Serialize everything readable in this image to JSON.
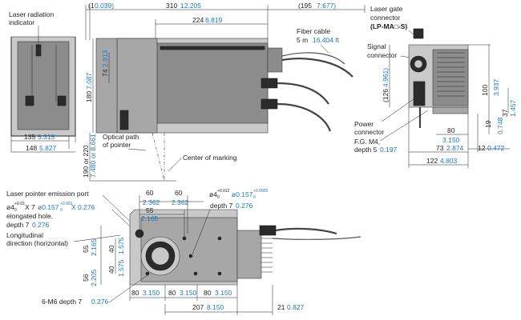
{
  "labels": {
    "laser_radiation_indicator": [
      "Laser radiation",
      "indicator"
    ],
    "optical_path": [
      "Optical path",
      "of pointer"
    ],
    "center_of_marking": "Center of marking",
    "fiber_cable": [
      "Fiber cable",
      "5 m"
    ],
    "fiber_cable_inch": "16.404 ft",
    "laser_gate_connector": [
      "Laser gate",
      "connector"
    ],
    "laser_gate_connector_model": "(LP-MA□-S)",
    "signal_connector": [
      "Signal",
      "connector"
    ],
    "power_connector": [
      "Power",
      "connector"
    ],
    "fg_m4": "F.G. M4,",
    "fg_depth": "depth 5",
    "fg_depth_inch": "0.197",
    "laser_pointer_emission_port": "Laser pointer emission port",
    "elongated_hole_spec": "ø4",
    "elongated_hole_tol": "+0.03",
    "elongated_hole_tol_low": "0",
    "elongated_hole_mid": "X 7",
    "elongated_hole_inch_a": "ø0.157",
    "elongated_hole_inch_tol": "+0.001",
    "elongated_hole_inch_tol_low": "0",
    "elongated_hole_inch_b": "X 0.276",
    "elongated_hole_line2": "elongated hole,",
    "elongated_hole_depth": "depth 7",
    "elongated_hole_depth_inch": "0.276",
    "longitudinal": [
      "Longitudinal",
      "direction (horizontal)"
    ],
    "hole4_spec": "ø4",
    "hole4_tol": "+0.012",
    "hole4_tol_low": "0",
    "hole4_inch": "ø0.157",
    "hole4_inch_tol": "+0.0005",
    "hole4_inch_tol_low": "0",
    "hole4_depth": "depth 7",
    "hole4_depth_inch": "0.276",
    "m6": "6-M6 depth 7",
    "m6_inch": "0.276"
  },
  "dimensions": {
    "top_1": {
      "mm": "(1",
      "inch": "0.039)"
    },
    "top_310": {
      "mm": "310",
      "inch": "12.205"
    },
    "top_195": {
      "mm": "(195",
      "inch": "7.677)"
    },
    "d224": {
      "mm": "224",
      "inch": "8.819"
    },
    "d74": {
      "mm": "74",
      "inch": "2.913"
    },
    "d180": {
      "mm": "180",
      "inch": "7.087"
    },
    "d135": {
      "mm": "135",
      "inch": "5.315"
    },
    "d148": {
      "mm": "148",
      "inch": "5.827"
    },
    "d190": {
      "mm": "190 or 220",
      "inch": "7.480 or 8.661"
    },
    "d126": {
      "mm": "(126",
      "inch": "4.961)"
    },
    "d100": {
      "mm": "100",
      "inch": "3.937"
    },
    "d37": {
      "mm": "37",
      "inch": "1.457"
    },
    "d19": {
      "mm": "19",
      "inch": "0.748"
    },
    "d80r": {
      "mm": "80",
      "inch": "3.150"
    },
    "d73": {
      "mm": "73",
      "inch": "2.874"
    },
    "d12": {
      "mm": "12",
      "inch": "0.472"
    },
    "d122": {
      "mm": "122",
      "inch": "4.803"
    },
    "b60a": {
      "mm": "60",
      "inch": "2.362"
    },
    "b60b": {
      "mm": "60",
      "inch": "2.362"
    },
    "b55": {
      "mm": "55",
      "inch": "2.165"
    },
    "b55v": {
      "mm": "55",
      "inch": "2.165"
    },
    "b40a": {
      "mm": "40",
      "inch": "1.575"
    },
    "b40b": {
      "mm": "40",
      "inch": "1.575"
    },
    "b56": {
      "mm": "56",
      "inch": "2.205"
    },
    "b80a": {
      "mm": "80",
      "inch": "3.150"
    },
    "b80b": {
      "mm": "80",
      "inch": "3.150"
    },
    "b80c": {
      "mm": "80",
      "inch": "3.150"
    },
    "b207": {
      "mm": "207",
      "inch": "8.150"
    },
    "b21": {
      "mm": "21",
      "inch": "0.827"
    }
  },
  "colors": {
    "text": "#231f20",
    "inch": "#1d78c1"
  }
}
